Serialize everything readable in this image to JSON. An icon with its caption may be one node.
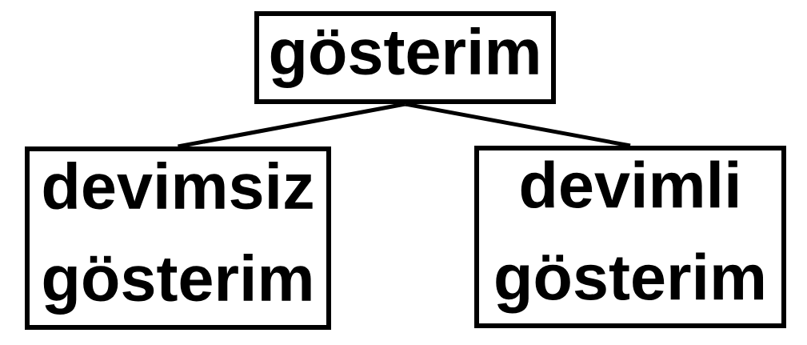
{
  "diagram": {
    "nodes": [
      {
        "text": [
          "gösterim"
        ]
      },
      {
        "text": [
          "devimsiz gösterim"
        ]
      },
      {
        "text": [
          "devimli gösterim"
        ]
      }
    ],
    "edges": [
      {
        "from": 0,
        "to": 1,
        "arrow": "none"
      },
      {
        "from": 0,
        "to": 2,
        "arrow": "none"
      }
    ]
  }
}
